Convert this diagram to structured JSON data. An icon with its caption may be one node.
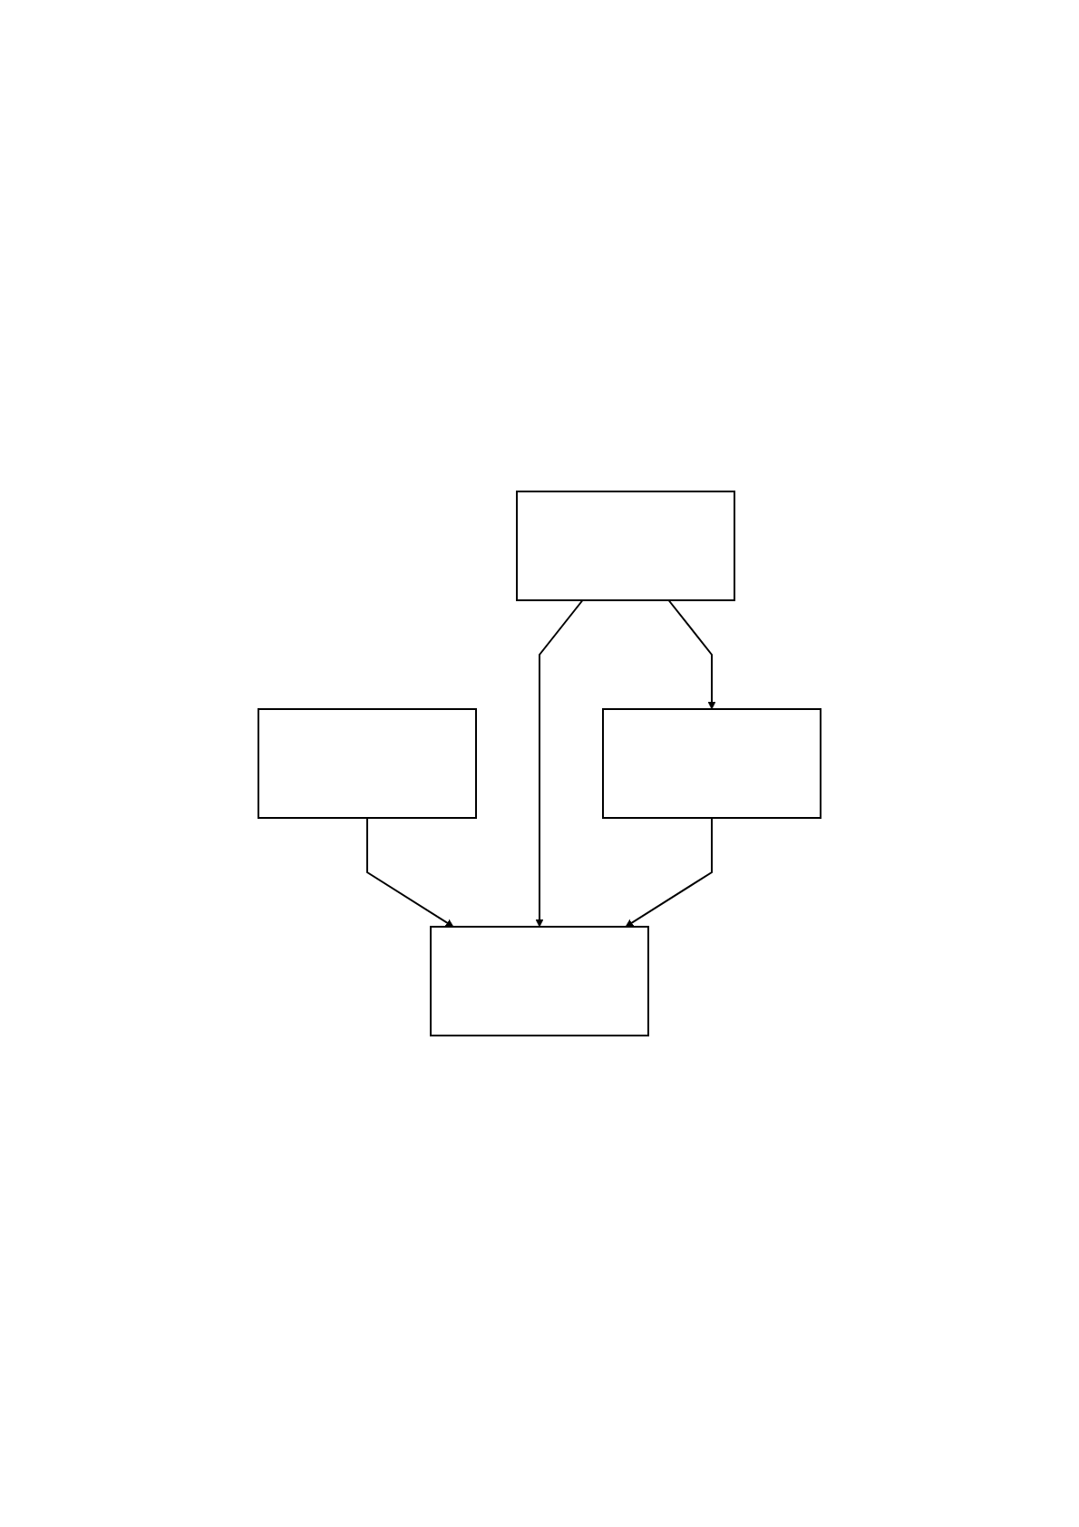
{
  "diagram": {
    "nodes": [
      {
        "text": [],
        "shape": "box"
      },
      {
        "text": [],
        "shape": "box"
      },
      {
        "text": [],
        "shape": "box"
      },
      {
        "text": [],
        "shape": "box"
      }
    ],
    "edges": [
      {
        "from": 0,
        "to": 2,
        "arrow": "to"
      },
      {
        "from": 1,
        "to": 2,
        "arrow": "to"
      },
      {
        "from": 1,
        "to": 3,
        "arrow": "to"
      },
      {
        "from": 3,
        "to": 2,
        "arrow": "to"
      }
    ]
  }
}
